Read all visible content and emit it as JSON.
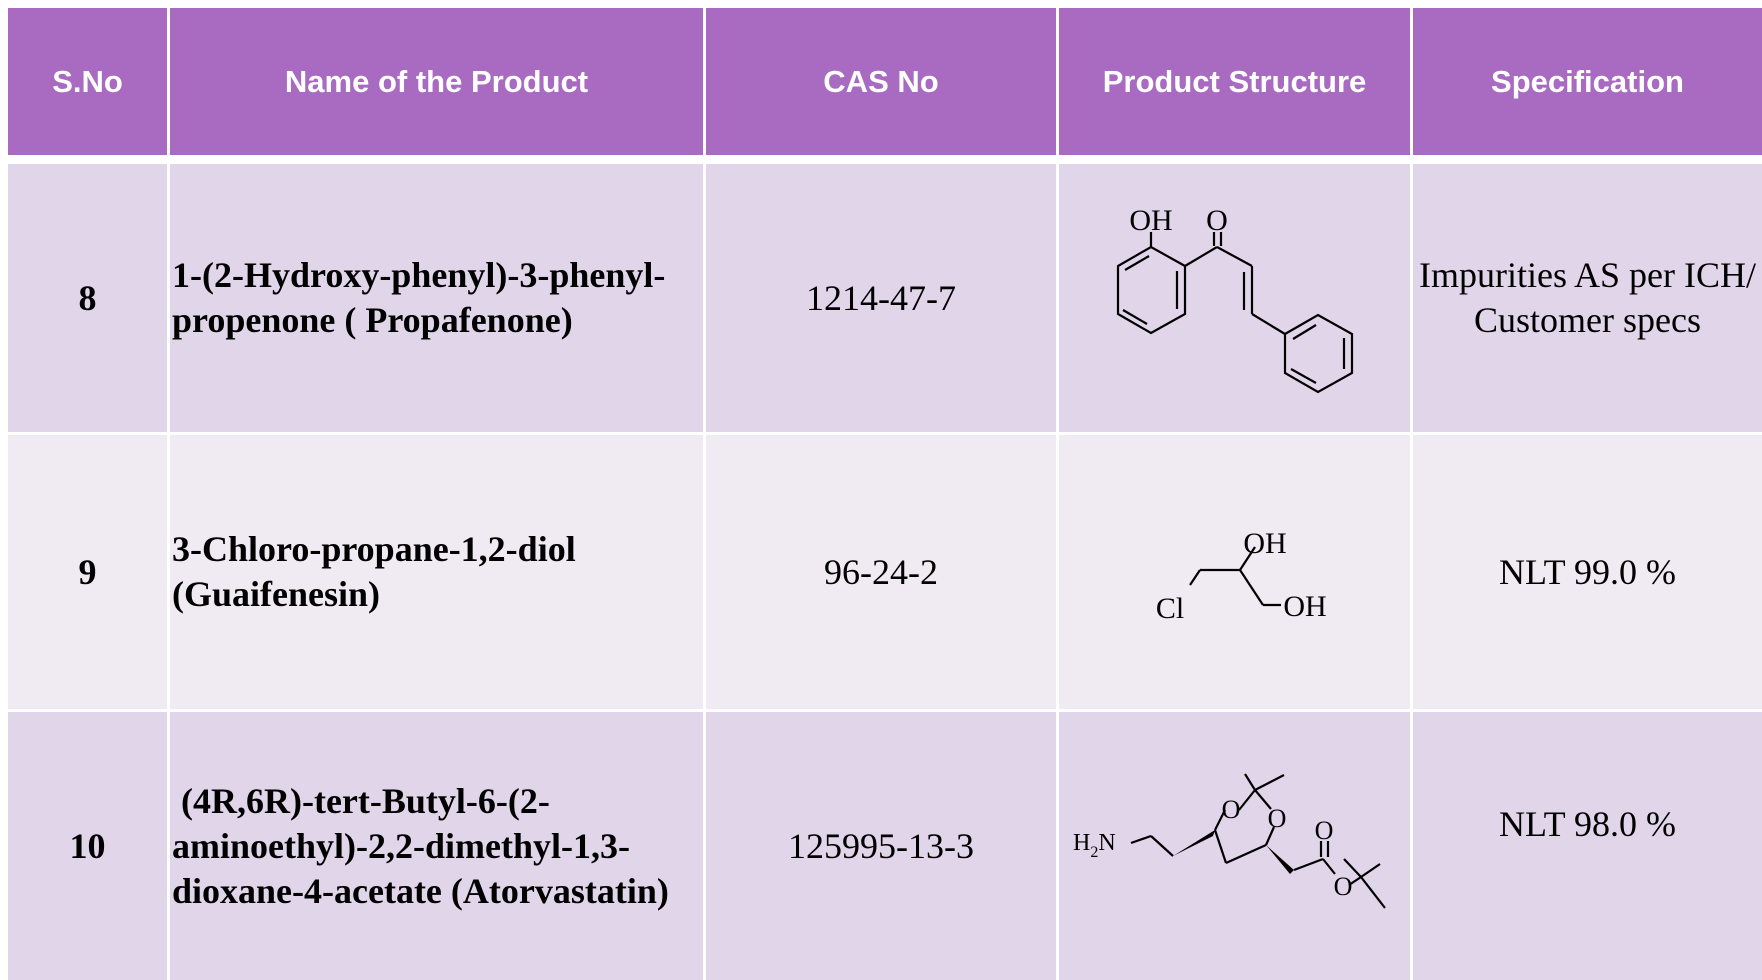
{
  "header": {
    "sno": "S.No",
    "name": "Name of the Product",
    "cas": "CAS No",
    "structure": "Product Structure",
    "spec": "Specification"
  },
  "rows": [
    {
      "sno": "8",
      "name_lines": [
        "1-(2-Hydroxy-phenyl)-3-phenyl-",
        "propenone ( Propafenone)"
      ],
      "cas": "1214-47-7",
      "spec_lines": [
        "Impurities AS per ICH/",
        "Customer specs"
      ],
      "structure_labels": {
        "oh": "OH",
        "o": "O"
      }
    },
    {
      "sno": "9",
      "name_lines": [
        "3-Chloro-propane-1,2-diol",
        "(Guaifenesin)"
      ],
      "cas": "96-24-2",
      "spec_lines": [
        "NLT 99.0 %"
      ],
      "structure_labels": {
        "oh_top": "OH",
        "cl": "Cl",
        "oh_bottom": "OH"
      }
    },
    {
      "sno": "10",
      "name_lines": [
        " (4R,6R)-tert-Butyl-6-(2-",
        "aminoethyl)-2,2-dimethyl-1,3-",
        "dioxane-4-acetate (Atorvastatin)"
      ],
      "cas": "125995-13-3",
      "spec_lines": [
        "NLT 98.0 %"
      ],
      "structure_labels": {
        "h": "H",
        "sub2": "2",
        "n": "N",
        "o1": "O",
        "o2": "O",
        "o3": "O",
        "o4": "O"
      }
    }
  ],
  "colors": {
    "header_bg": "#a86bc1",
    "row_dark": "#e1d5ea",
    "row_light": "#f0eaf3",
    "grid": "#ffffff"
  }
}
